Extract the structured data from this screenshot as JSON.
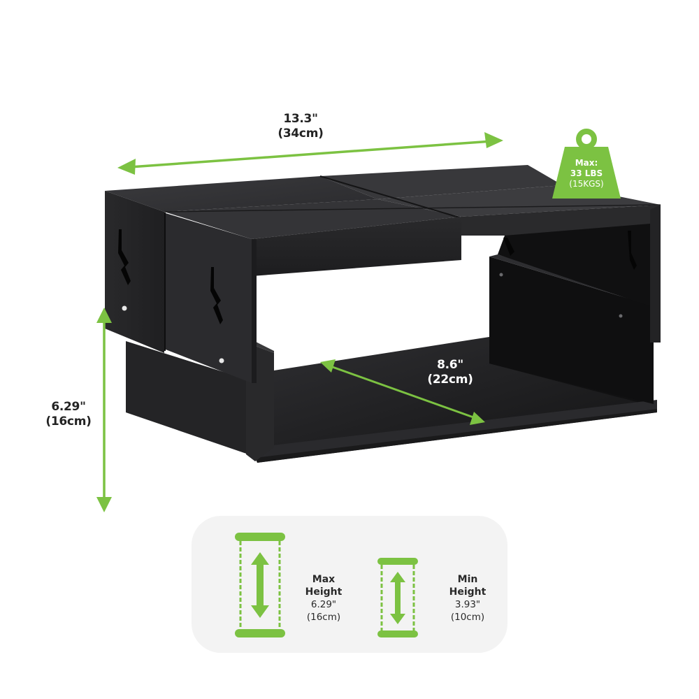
{
  "colors": {
    "accent_green": "#7cc242",
    "product_black": "#1e1e20",
    "panel_bg": "#f3f3f3",
    "text_dark": "#232323"
  },
  "dimensions": {
    "width": {
      "value": "13.3\"",
      "metric": "(34cm)"
    },
    "height": {
      "value": "6.29\"",
      "metric": "(16cm)"
    },
    "depth": {
      "value": "8.6\"",
      "metric": "(22cm)"
    }
  },
  "weight_badge": {
    "icon": "weight-icon",
    "line1": "Max:",
    "line2": "33 LBS",
    "line3": "(15KGS)"
  },
  "height_range": {
    "max": {
      "title1": "Max",
      "title2": "Height",
      "value": "6.29\"",
      "metric": "(16cm)",
      "icon": "height-adjust-icon"
    },
    "min": {
      "title1": "Min",
      "title2": "Height",
      "value": "3.93\"",
      "metric": "(10cm)",
      "icon": "height-adjust-icon"
    }
  }
}
